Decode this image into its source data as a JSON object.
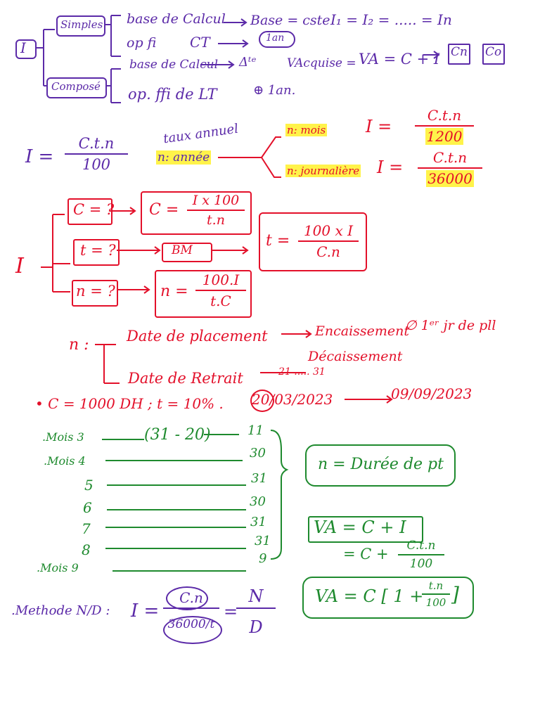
{
  "colors": {
    "purple": "#5b2aa8",
    "red": "#e3102a",
    "green": "#1e8a2e",
    "highlight": "#fff34a"
  },
  "section1": {
    "root": "I",
    "simples": "Simples",
    "compose": "Composé",
    "simples_base": "base de Calcul",
    "simples_base_result": "Base = cste",
    "simples_base_formula": "I₁ = I₂ = ..... = In",
    "simples_op": "op fi",
    "simples_op_result": "CT",
    "simples_op_duration": "1an",
    "compose_base": "base de Calcul",
    "compose_base_result": "Δᵗᵉ",
    "compose_base_va": "VAcquise =",
    "compose_base_formula": "VA = C + I",
    "compose_cn": "Cn",
    "compose_co": "Co",
    "compose_op": "op. ffi de LT",
    "compose_op_duration": "⊕ 1an."
  },
  "section2": {
    "lhs": "I =",
    "num": "C.t.n",
    "den": "100",
    "taux": "taux annuel",
    "n_annee": "n: année",
    "n_mois": "n: mois",
    "mois_lhs": "I =",
    "mois_num": "C.t.n",
    "mois_den": "1200",
    "n_jour": "n: journalière",
    "jour_lhs": "I =",
    "jour_num": "C.t.n",
    "jour_den": "36000"
  },
  "section3": {
    "root": "I",
    "c_q": "C = ?",
    "c_lhs": "C =",
    "c_num": "I x 100",
    "c_den": "t.n",
    "t_q": "t = ?",
    "t_bm": "BM",
    "t_lhs": "t =",
    "t_num": "100 x I",
    "t_den": "C.n",
    "n_q": "n = ?",
    "n_lhs": "n =",
    "n_num": "100.I",
    "n_den": "t.C"
  },
  "section4": {
    "n_label": "n :",
    "date_placement": "Date de placement",
    "encaissement": "Encaissement",
    "enc_note": "∅ 1ᵉʳ jr de pll",
    "date_retrait": "Date de Retrait",
    "decaissement": "Décaissement",
    "range_note": "21 ..... 31",
    "example": "• C = 1000 DH ;  t = 10% .",
    "date_start": "20/03/2023",
    "date_end": "09/09/2023"
  },
  "section5": {
    "rows": [
      {
        "label": ".Mois 3",
        "detail": "(31 - 20)",
        "days": "11"
      },
      {
        "label": ".Mois 4",
        "detail": "",
        "days": "30"
      },
      {
        "label": "5",
        "detail": "",
        "days": "31"
      },
      {
        "label": "6",
        "detail": "",
        "days": "30"
      },
      {
        "label": "7",
        "detail": "",
        "days": "31"
      },
      {
        "label": "8",
        "detail": "",
        "days": "31"
      },
      {
        "label": ".Mois 9",
        "detail": "",
        "days": "9"
      }
    ],
    "n_duree": "n = Durée de pt",
    "va1": "VA = C + I",
    "va2_prefix": "= C +",
    "va2_num": "C.t.n",
    "va2_den": "100",
    "va3_prefix": "VA = C [ 1 +",
    "va3_num": "t.n",
    "va3_den": "100",
    "va3_suffix": "]"
  },
  "section6": {
    "label": ".Methode N/D :",
    "lhs": "I =",
    "num": "C.n",
    "den": "36000/t",
    "eq": "=",
    "n": "N",
    "d": "D"
  }
}
